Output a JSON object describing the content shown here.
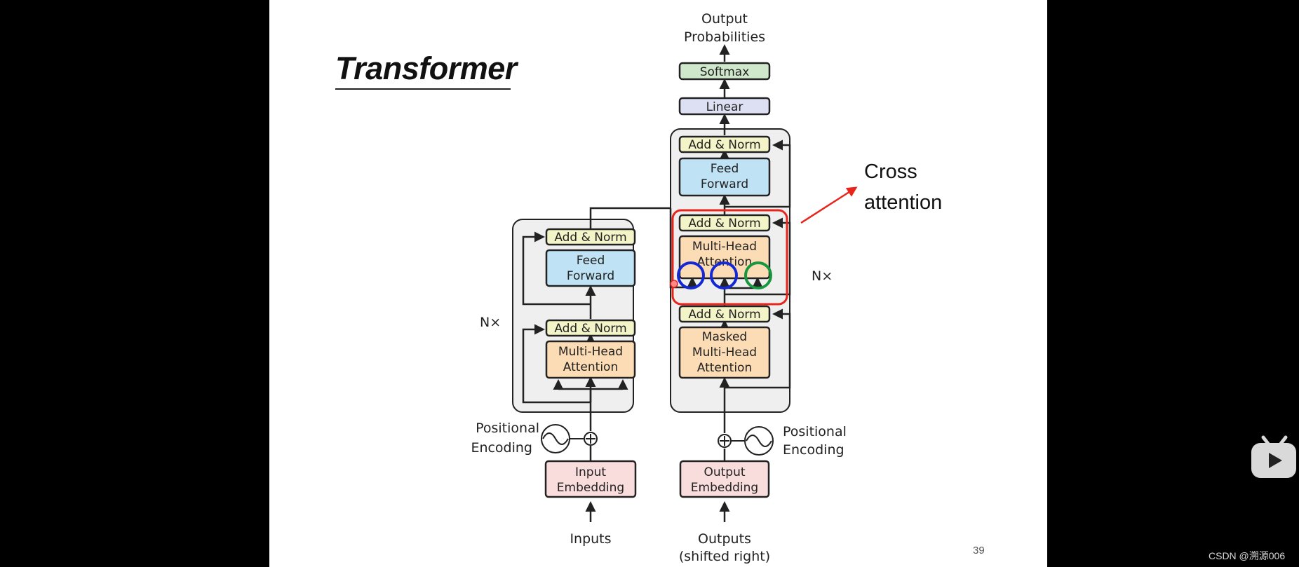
{
  "slide": {
    "title": "Transformer",
    "page_number": "39"
  },
  "diagram": {
    "output_label_line1": "Output",
    "output_label_line2": "Probabilities",
    "softmax": "Softmax",
    "linear": "Linear",
    "add_norm": "Add & Norm",
    "feed_forward_line1": "Feed",
    "feed_forward_line2": "Forward",
    "multi_head_line1": "Multi-Head",
    "multi_head_line2": "Attention",
    "masked_line1": "Masked",
    "masked_line2": "Multi-Head",
    "masked_line3": "Attention",
    "nx": "N×",
    "positional_line1": "Positional",
    "positional_line2": "Encoding",
    "input_embedding_line1": "Input",
    "input_embedding_line2": "Embedding",
    "output_embedding_line1": "Output",
    "output_embedding_line2": "Embedding",
    "inputs": "Inputs",
    "outputs_line1": "Outputs",
    "outputs_line2": "(shifted right)"
  },
  "annotation": {
    "line1": "Cross",
    "line2": "attention",
    "highlight_color": "#e8251c",
    "query_circle_color": "#1428d8",
    "value_circle_color": "#17983f"
  },
  "colors": {
    "add_norm": "#f3f4c7",
    "feed_forward": "#bfe3f5",
    "attention": "#fcdcb4",
    "embedding": "#f9dcdc",
    "softmax": "#cfe8cc",
    "linear": "#dde0f3",
    "stack": "#efefef"
  },
  "overlay": {
    "watermark": "CSDN @溯源006",
    "play_icon": "bilibili-play-icon"
  }
}
